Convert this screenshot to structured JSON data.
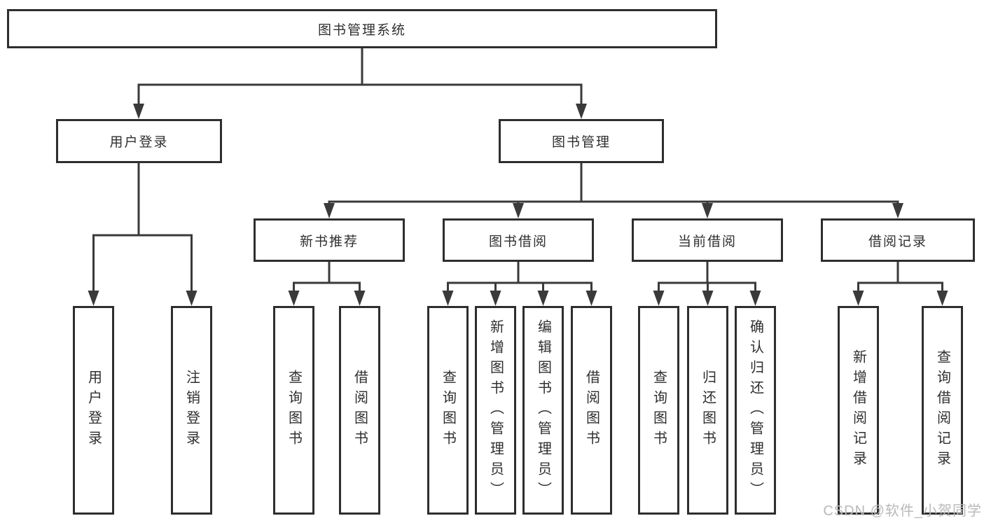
{
  "tree": {
    "label": "图书管理系统",
    "children": [
      {
        "label": "用户登录",
        "children": [
          {
            "label": "用户登录"
          },
          {
            "label": "注销登录"
          }
        ]
      },
      {
        "label": "图书管理",
        "children": [
          {
            "label": "新书推荐",
            "children": [
              {
                "label": "查询图书"
              },
              {
                "label": "借阅图书"
              }
            ]
          },
          {
            "label": "图书借阅",
            "children": [
              {
                "label": "查询图书"
              },
              {
                "label": "新增图书（管理员）"
              },
              {
                "label": "编辑图书（管理员）"
              },
              {
                "label": "借阅图书"
              }
            ]
          },
          {
            "label": "当前借阅",
            "children": [
              {
                "label": "查询图书"
              },
              {
                "label": "归还图书"
              },
              {
                "label": "确认归还（管理员）"
              }
            ]
          },
          {
            "label": "借阅记录",
            "children": [
              {
                "label": "新增借阅记录"
              },
              {
                "label": "查询借阅记录"
              }
            ]
          }
        ]
      }
    ]
  },
  "watermark": {
    "text": "CSDN @软件_小贺同学"
  },
  "colors": {
    "background": "#ffffff",
    "connector_line": "#3a3a3a",
    "box_border": "#2e2e2e",
    "box_fill": "#ffffff",
    "label_text": "#2f2f2f",
    "watermark_text": "#b9b9b9"
  }
}
